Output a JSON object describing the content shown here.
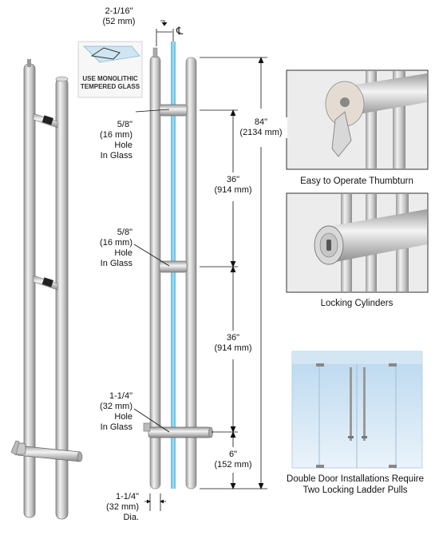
{
  "badge": {
    "line1": "USE MONOLITHIC",
    "line2": "TEMPERED GLASS"
  },
  "dimensions": {
    "top_offset": "2-1/16\"",
    "top_offset_mm": "(52 mm)",
    "centerline_symbol": "℄",
    "overall": "84\"",
    "overall_mm": "(2134 mm)",
    "span_upper": "36\"",
    "span_upper_mm": "(914 mm)",
    "span_lower": "36\"",
    "span_lower_mm": "(914 mm)",
    "bottom_offset": "6\"",
    "bottom_offset_mm": "(152 mm)",
    "tube_dia": "1-1/4\"",
    "tube_dia_mm": "(32 mm)",
    "tube_dia_suffix": "Dia."
  },
  "callouts": {
    "hole_top": [
      "5/8\"",
      "(16 mm)",
      "Hole",
      "In Glass"
    ],
    "hole_mid": [
      "5/8\"",
      "(16 mm)",
      "Hole",
      "In Glass"
    ],
    "hole_bottom": [
      "1-1/4\"",
      "(32 mm)",
      "Hole",
      "In Glass"
    ]
  },
  "photos": {
    "thumbturn_caption": "Easy to Operate Thumbturn",
    "cylinder_caption": "Locking Cylinders",
    "double_door_caption_1": "Double Door Installations Require",
    "double_door_caption_2": "Two Locking Ladder Pulls"
  },
  "colors": {
    "glass": "#7cc8ea",
    "steel_light": "#e9e9e9",
    "steel_dark": "#8e8e8e",
    "door_sky": "#cfe3f3"
  }
}
